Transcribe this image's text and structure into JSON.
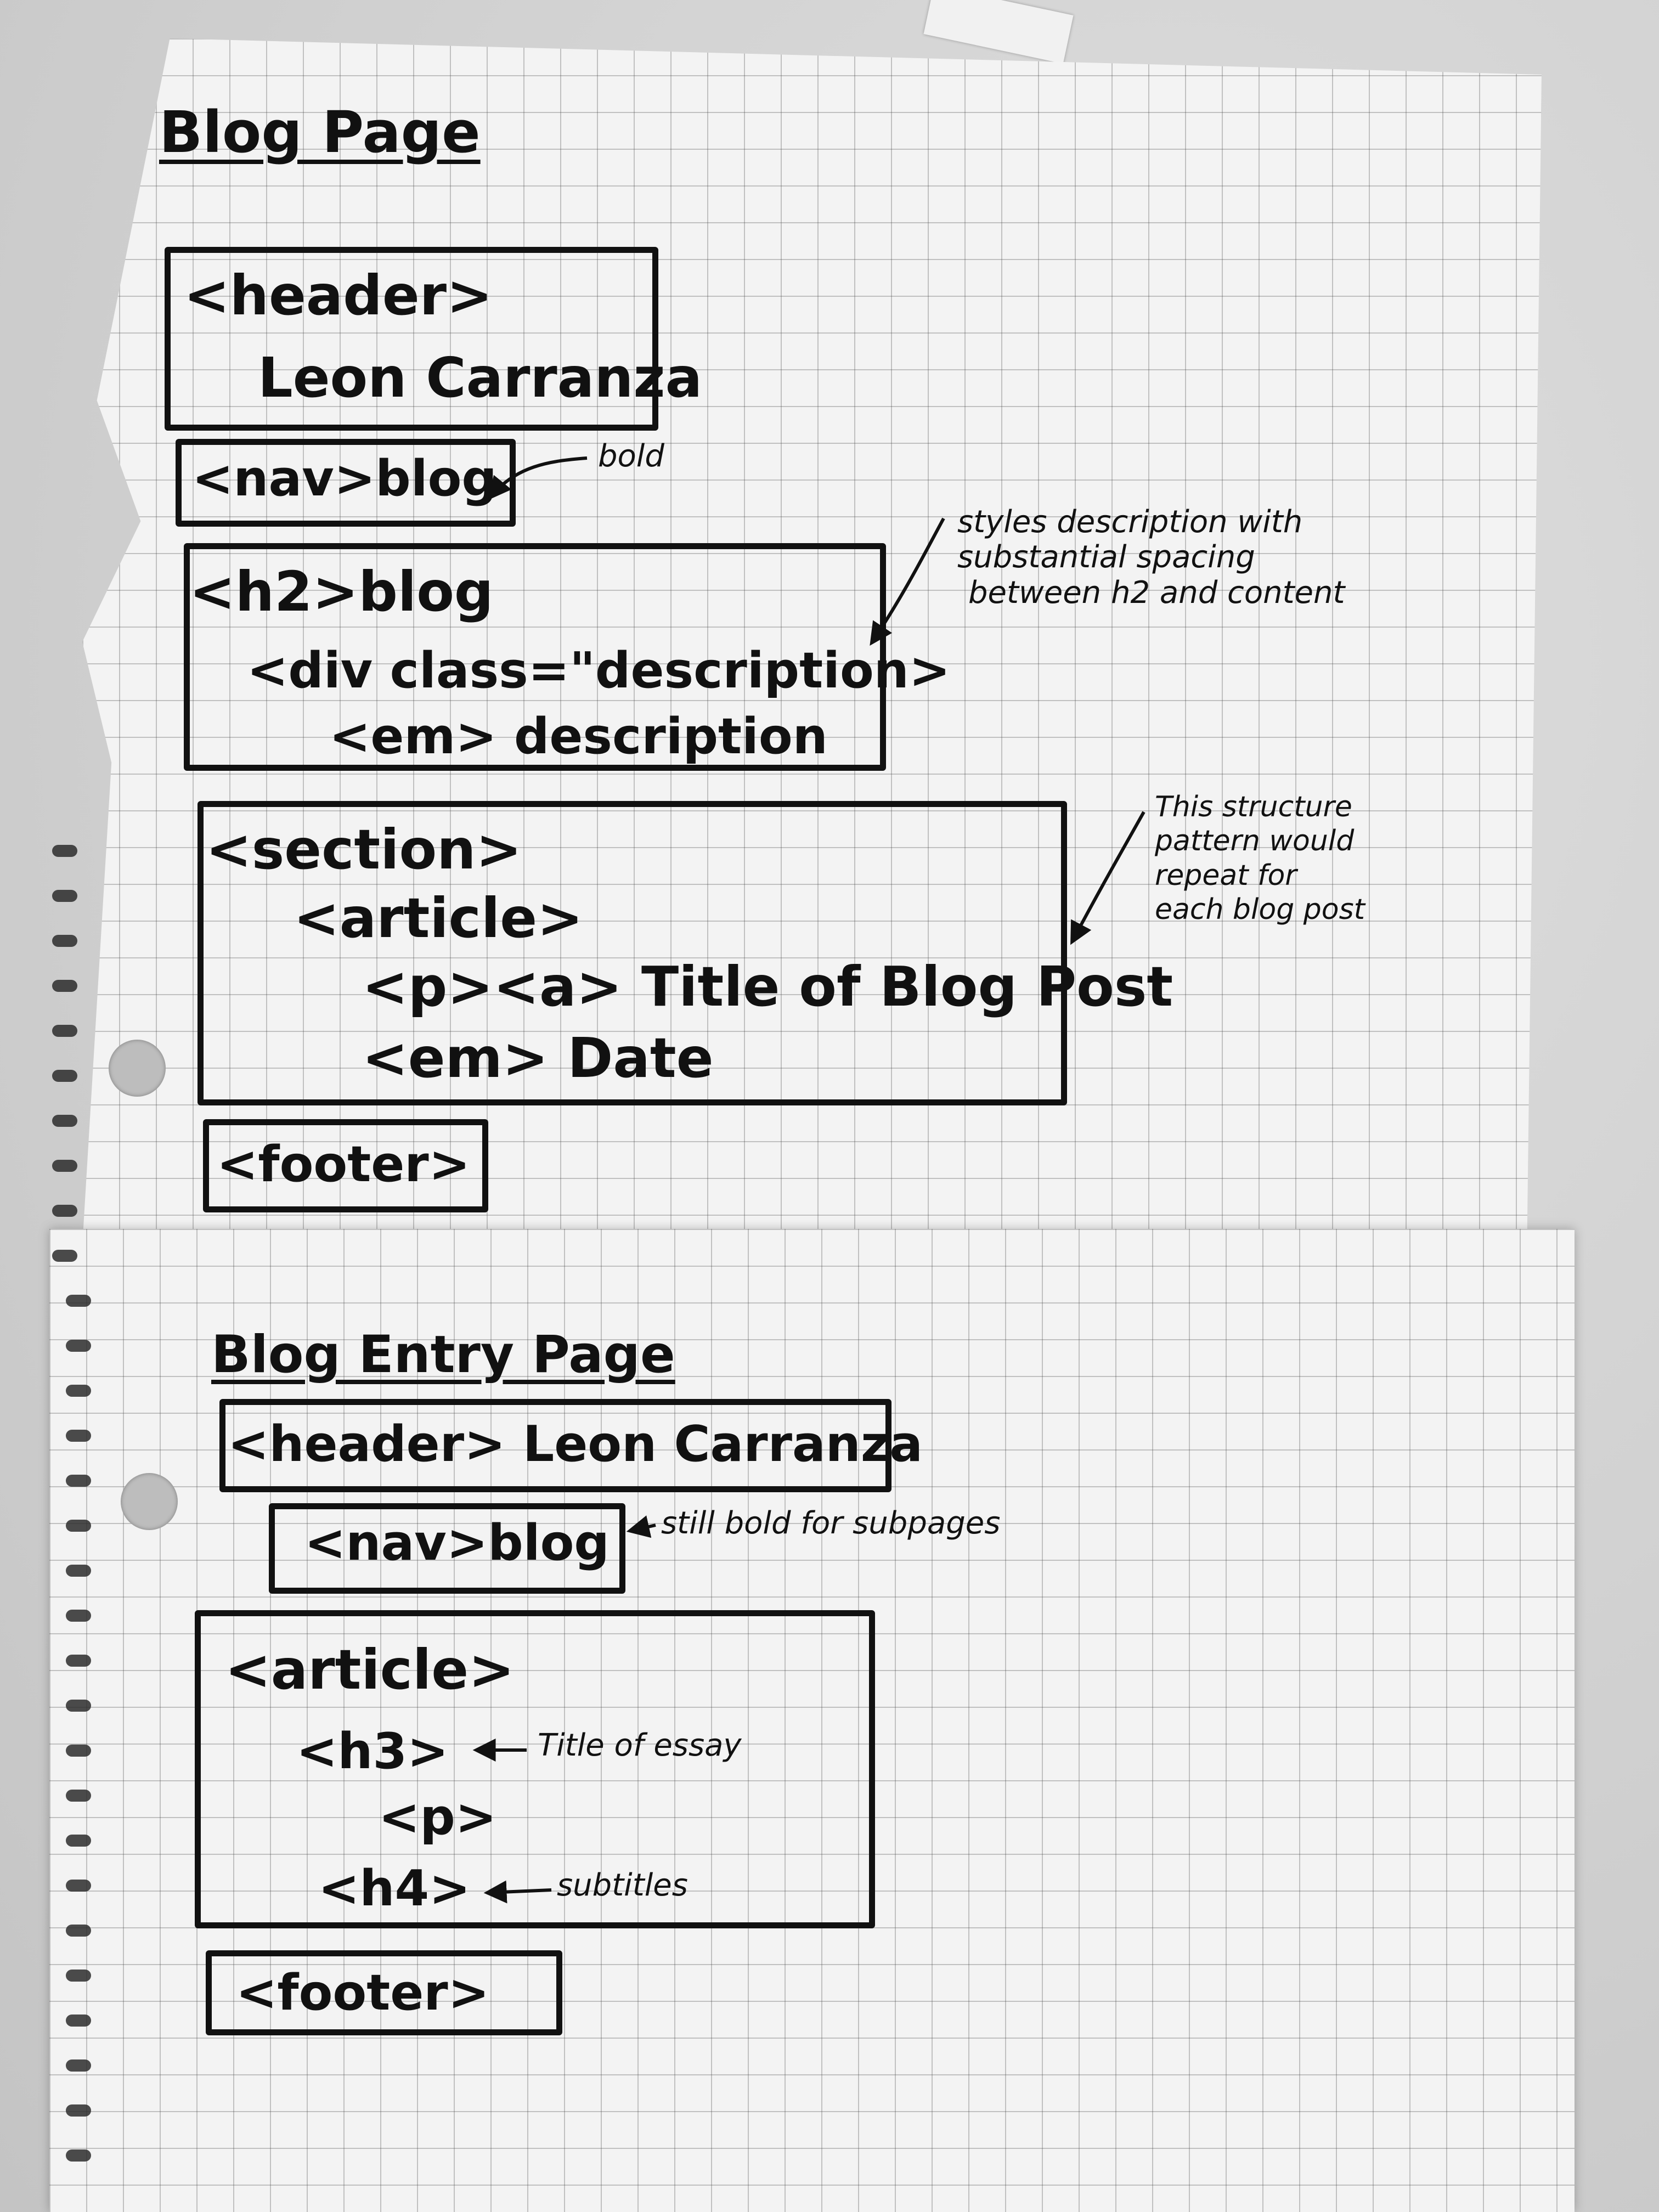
{
  "page1": {
    "title": "Blog Page",
    "header": {
      "tag": "<header>",
      "name": "Leon Carranza"
    },
    "nav": {
      "text": "<nav>blog",
      "note": "bold"
    },
    "h2_block": {
      "line1": "<h2>blog",
      "line2": "<div class=\"description>",
      "line3": "<em> description",
      "note": [
        "styles description with",
        "substantial spacing",
        "between h2 and content"
      ]
    },
    "section_block": {
      "line1": "<section>",
      "line2": "<article>",
      "line3": "<p><a> Title of Blog Post",
      "line4": "<em> Date",
      "note": [
        "This structure",
        "pattern would",
        "repeat for",
        "each blog post"
      ]
    },
    "footer": "<footer>"
  },
  "page2": {
    "title": "Blog Entry Page",
    "header": "<header> Leon Carranza",
    "nav": {
      "text": "<nav>blog",
      "note": "still bold for subpages"
    },
    "article_block": {
      "line1": "<article>",
      "h3": "<h3>",
      "h3_note": "Title of essay",
      "p": "<p>",
      "h4": "<h4>",
      "h4_note": "subtitles"
    },
    "footer": "<footer>"
  },
  "colors": {
    "ink": "#111111",
    "paper": "#f3f3f3",
    "grid": "#8c8c8c",
    "background": "#d3d3d3"
  }
}
